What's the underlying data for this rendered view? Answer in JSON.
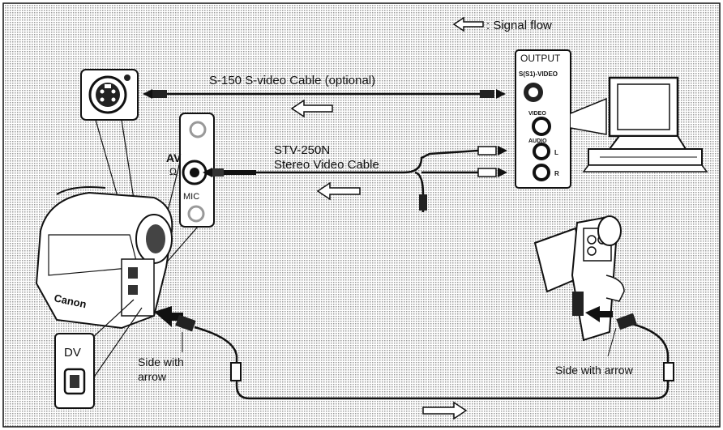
{
  "legend": {
    "text": ": Signal flow"
  },
  "output_panel": {
    "title": "OUTPUT",
    "svideo_label": "S(S1)-VIDEO",
    "video_label": "VIDEO",
    "audio_label": "AUDIO",
    "left_label": "L",
    "right_label": "R"
  },
  "cables": {
    "svideo": "S-150 S-video Cable (optional)",
    "stereo_line1": "STV-250N",
    "stereo_line2": "Stereo Video Cable"
  },
  "av_panel": {
    "av_label": "AV",
    "mic_label": "MIC"
  },
  "dv_box": {
    "label": "DV"
  },
  "camera": {
    "brand": "Canon"
  },
  "dv_cable": {
    "left_side_line1": "Side with",
    "left_side_line2": "arrow",
    "right_side": "Side with arrow"
  },
  "colors": {
    "background_pattern": "#d8d8d8",
    "line": "#111111"
  }
}
